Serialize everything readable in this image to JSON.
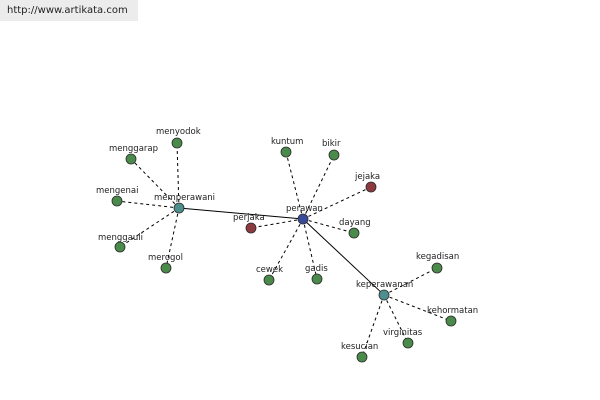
{
  "banner": {
    "url": "http://www.artikata.com"
  },
  "colors": {
    "hub": "#4d8f8f",
    "center": "#3a4a9a",
    "leaf": "#4a8a4a",
    "antonym": "#8c3a3f"
  },
  "graph": {
    "nodes": [
      {
        "id": "perawan",
        "label": "perawan",
        "kind": "center"
      },
      {
        "id": "menperawani",
        "label": "memperawani",
        "kind": "hub"
      },
      {
        "id": "keperawanan",
        "label": "keperawanan",
        "kind": "hub"
      },
      {
        "id": "menyodok",
        "label": "menyodok",
        "kind": "leaf"
      },
      {
        "id": "menggarap",
        "label": "menggarap",
        "kind": "leaf"
      },
      {
        "id": "mengenai",
        "label": "mengenai",
        "kind": "leaf"
      },
      {
        "id": "menggauli",
        "label": "menggauli",
        "kind": "leaf"
      },
      {
        "id": "merogol",
        "label": "merogol",
        "kind": "leaf"
      },
      {
        "id": "kuntum",
        "label": "kuntum",
        "kind": "leaf"
      },
      {
        "id": "bikir",
        "label": "bikir",
        "kind": "leaf"
      },
      {
        "id": "jejaka",
        "label": "jejaka",
        "kind": "antonym"
      },
      {
        "id": "perjaka",
        "label": "perjaka",
        "kind": "antonym"
      },
      {
        "id": "dayang",
        "label": "dayang",
        "kind": "leaf"
      },
      {
        "id": "cewek",
        "label": "cewek",
        "kind": "leaf"
      },
      {
        "id": "gadis",
        "label": "gadis",
        "kind": "leaf"
      },
      {
        "id": "kegadisan",
        "label": "kegadisan",
        "kind": "leaf"
      },
      {
        "id": "kehormatan",
        "label": "kehormatan",
        "kind": "leaf"
      },
      {
        "id": "virginitas",
        "label": "virginitas",
        "kind": "leaf"
      },
      {
        "id": "kesucian",
        "label": "kesucian",
        "kind": "leaf"
      }
    ],
    "edges": [
      {
        "from": "menperawani",
        "to": "perawan",
        "style": "solid"
      },
      {
        "from": "perawan",
        "to": "keperawanan",
        "style": "solid"
      },
      {
        "from": "menperawani",
        "to": "menyodok",
        "style": "dashed"
      },
      {
        "from": "menperawani",
        "to": "menggarap",
        "style": "dashed"
      },
      {
        "from": "menperawani",
        "to": "mengenai",
        "style": "dashed"
      },
      {
        "from": "menperawani",
        "to": "menggauli",
        "style": "dashed"
      },
      {
        "from": "menperawani",
        "to": "merogol",
        "style": "dashed"
      },
      {
        "from": "perawan",
        "to": "kuntum",
        "style": "dashed"
      },
      {
        "from": "perawan",
        "to": "bikir",
        "style": "dashed"
      },
      {
        "from": "perawan",
        "to": "jejaka",
        "style": "dashed"
      },
      {
        "from": "perawan",
        "to": "perjaka",
        "style": "dashed"
      },
      {
        "from": "perawan",
        "to": "dayang",
        "style": "dashed"
      },
      {
        "from": "perawan",
        "to": "cewek",
        "style": "dashed"
      },
      {
        "from": "perawan",
        "to": "gadis",
        "style": "dashed"
      },
      {
        "from": "keperawanan",
        "to": "kegadisan",
        "style": "dashed"
      },
      {
        "from": "keperawanan",
        "to": "kehormatan",
        "style": "dashed"
      },
      {
        "from": "keperawanan",
        "to": "virginitas",
        "style": "dashed"
      },
      {
        "from": "keperawanan",
        "to": "kesucian",
        "style": "dashed"
      }
    ]
  }
}
